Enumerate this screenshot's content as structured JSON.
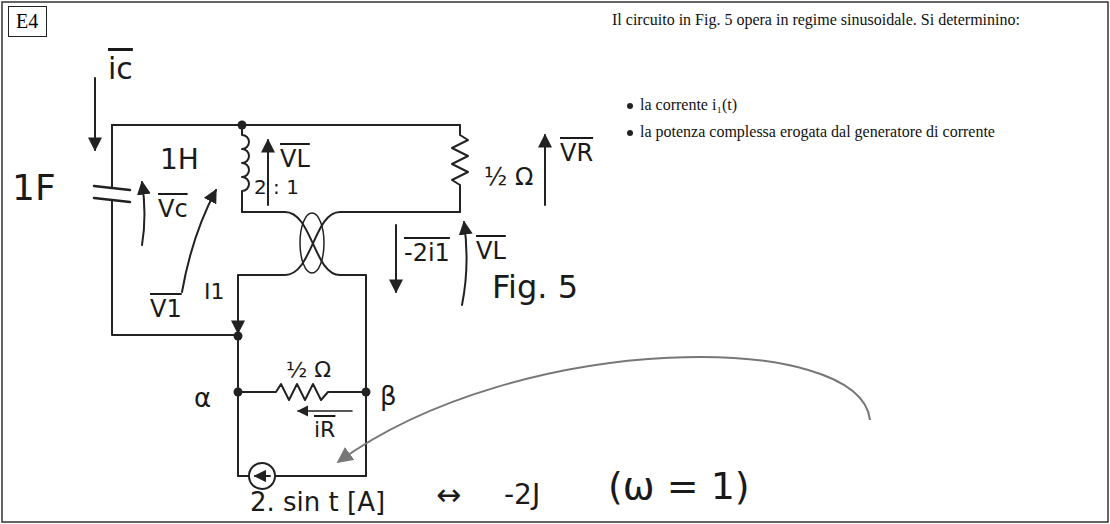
{
  "diagram": {
    "nodes": [
      {
        "text": [
          "E4"
        ]
      }
    ],
    "labels": [
      "Il circuito in Fig. 5 opera in regime sinusoidale. Si determinino:",
      "la corrente i₁(t)",
      "la potenza complessa erogata dal generatore di corrente",
      "ic",
      "1F",
      "1H",
      "Vc",
      "V1",
      "I1",
      "VL",
      "2 : 1",
      "½ Ω",
      "VR",
      "-2i1",
      "VL",
      "Fig. 5",
      "½ Ω",
      "α",
      "β",
      "iR",
      "2. sin t [A]",
      "↔",
      "-2J",
      "(ω = 1)"
    ]
  }
}
